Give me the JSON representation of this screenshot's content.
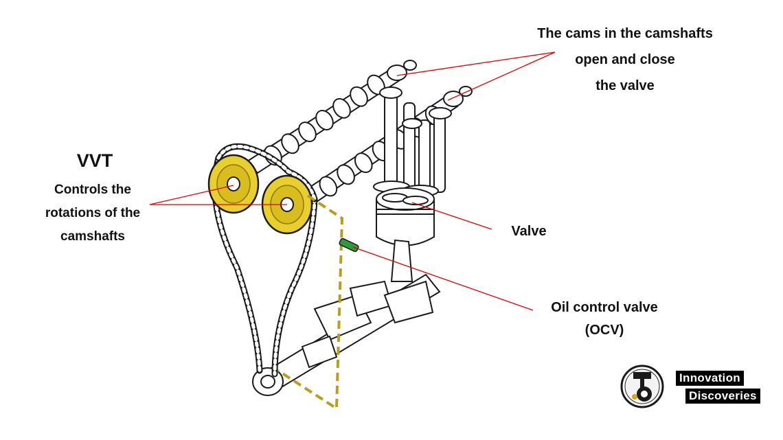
{
  "labels": {
    "vvt_title": "VVT",
    "vvt_desc": [
      "Controls the",
      "rotations of the",
      "camshafts"
    ],
    "cams": [
      "The cams in the camshafts",
      "open and close",
      "the valve"
    ],
    "valve": "Valve",
    "ocv": [
      "Oil control valve",
      "(OCV)"
    ]
  },
  "logo": {
    "line1": "Innovation",
    "line2": "Discoveries"
  },
  "colors": {
    "gear": "#e8cf2e",
    "gear_dark": "#b39a10",
    "oil_line": "#b8a01e",
    "callout": "#e00000",
    "ocv": "#2e9a3a",
    "outline": "#1a1a1a"
  },
  "icons": {
    "logo_emblem": "gear-engine-emblem-icon"
  }
}
